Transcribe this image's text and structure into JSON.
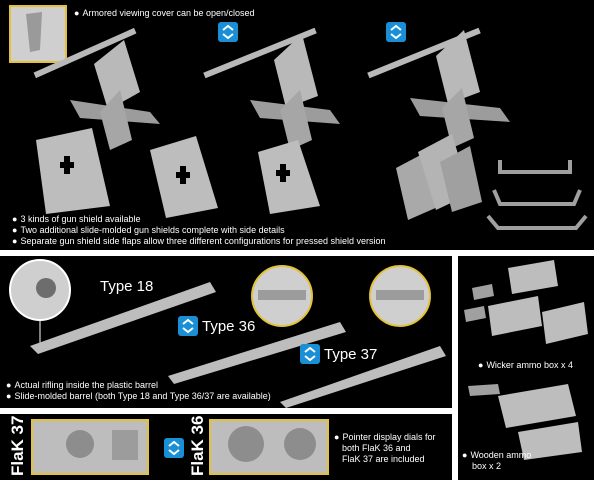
{
  "top_panel": {
    "caption_armored": "Armored viewing cover can be open/closed",
    "bullets": [
      "3 kinds of gun shield available",
      "Two additional slide-molded gun shields complete with side details",
      "Separate gun shield side flaps allow three different configurations for pressed shield version"
    ]
  },
  "barrel_panel": {
    "type_labels": [
      "Type 18",
      "Type 36",
      "Type 37"
    ],
    "bullets": [
      "Actual rifling inside the plastic barrel",
      "Slide-molded barrel (both Type 18 and Type 36/37 are available)"
    ]
  },
  "ammo_panel": {
    "wicker_caption": "Wicker ammo box x 4",
    "wooden_caption_lines": [
      "Wooden ammo",
      "box x 2"
    ]
  },
  "flak_panel": {
    "label_left": "FlaK 37",
    "label_right": "FlaK 36",
    "caption_lines": [
      "Pointer display dials for",
      "both FlaK 36 and",
      "FlaK 37 are included"
    ]
  },
  "colors": {
    "panel_bg": "#000000",
    "swap_icon": "#1a8fd6",
    "inset_border": "#e2c23a",
    "model_gray": "#b9b9b9"
  },
  "icons": [
    "swap-arrows-icon"
  ]
}
